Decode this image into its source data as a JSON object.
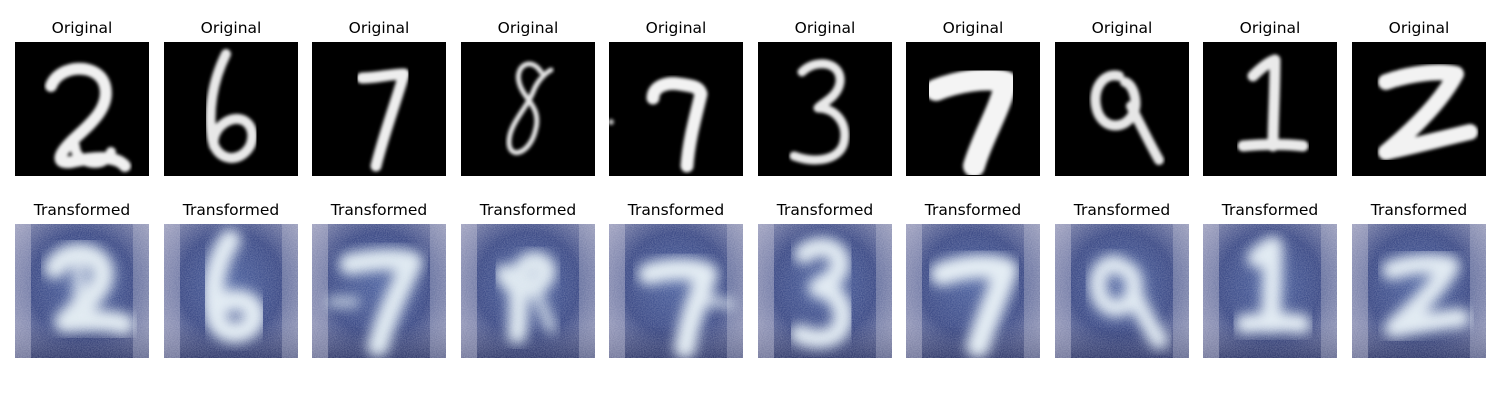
{
  "figure": {
    "rows": [
      {
        "kind": "original",
        "panels": [
          {
            "title": "Original",
            "digit": "2"
          },
          {
            "title": "Original",
            "digit": "6"
          },
          {
            "title": "Original",
            "digit": "7"
          },
          {
            "title": "Original",
            "digit": "8"
          },
          {
            "title": "Original",
            "digit": "7"
          },
          {
            "title": "Original",
            "digit": "3"
          },
          {
            "title": "Original",
            "digit": "7"
          },
          {
            "title": "Original",
            "digit": "9"
          },
          {
            "title": "Original",
            "digit": "1"
          },
          {
            "title": "Original",
            "digit": "2"
          }
        ]
      },
      {
        "kind": "transformed",
        "panels": [
          {
            "title": "Transformed",
            "digit": "2"
          },
          {
            "title": "Transformed",
            "digit": "6"
          },
          {
            "title": "Transformed",
            "digit": "7"
          },
          {
            "title": "Transformed",
            "digit": "8"
          },
          {
            "title": "Transformed",
            "digit": "7"
          },
          {
            "title": "Transformed",
            "digit": "3"
          },
          {
            "title": "Transformed",
            "digit": "7"
          },
          {
            "title": "Transformed",
            "digit": "9"
          },
          {
            "title": "Transformed",
            "digit": "1"
          },
          {
            "title": "Transformed",
            "digit": "2"
          }
        ]
      }
    ],
    "colors": {
      "original_background": "#000000",
      "original_stroke": "#f0f0f0",
      "transformed_background": "#2a3a7a",
      "transformed_dark": "#141f55",
      "transformed_stroke": "#e2ecf2",
      "title_text": "#000000"
    }
  }
}
